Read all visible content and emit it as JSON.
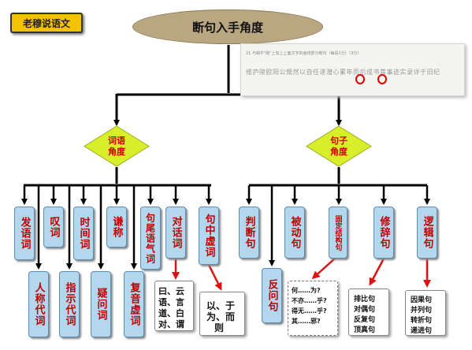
{
  "badge": "老穆说语文",
  "root": "断句入手角度",
  "document": {
    "line1": "21.与蜗牛\"陡\"上加上上面文字的画线部分断句（每段1分）（3分）",
    "line2": "维庐陵欧阳公慨然以自任遂潜心累年而后成书其事迹实录详于旧纪"
  },
  "branches": [
    {
      "label": [
        "词语",
        "角度"
      ]
    },
    {
      "label": [
        "句子",
        "角度"
      ]
    }
  ],
  "word_items": [
    {
      "text": "发语词"
    },
    {
      "text": "人称代词"
    },
    {
      "text": "叹词"
    },
    {
      "text": "指示代词"
    },
    {
      "text": "时间词"
    },
    {
      "text": "疑问词"
    },
    {
      "text": "谦称"
    },
    {
      "text": "复音虚词"
    },
    {
      "text": "句尾语气词"
    },
    {
      "text": "对话词"
    },
    {
      "text": "句中虚词"
    }
  ],
  "sentence_items": [
    {
      "text": "判断句"
    },
    {
      "text": "反问句"
    },
    {
      "text": "被动句"
    },
    {
      "text": "固定结构句"
    },
    {
      "text": "修辞句"
    },
    {
      "text": "逻辑句"
    }
  ],
  "examples": {
    "dialogue": [
      "曰、云",
      "语、言",
      "道、白",
      "对、谓"
    ],
    "inner": [
      "以、于",
      "为、而",
      "则"
    ],
    "fixed": [
      "何……为?",
      "不亦……乎?",
      "得无……乎?",
      "其……邪?"
    ],
    "rhetoric": [
      "排比句",
      "对偶句",
      "反复句",
      "顶真句"
    ],
    "logic": [
      "因果句",
      "并列句",
      "转折句",
      "递进句"
    ]
  },
  "colors": {
    "accent_red": "#e01010",
    "box_fill": "#b3d8ee",
    "diamond_fill": "#d9ee2a",
    "ellipse_fill": "#b9a781",
    "badge_fill": "#f5c200"
  }
}
